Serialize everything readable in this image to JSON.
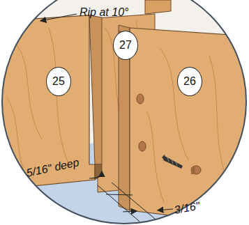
{
  "diagram": {
    "labels": [
      "Rip at 10°",
      "27",
      "25",
      "26",
      "5/16\" deep",
      "3/16\""
    ]
  }
}
